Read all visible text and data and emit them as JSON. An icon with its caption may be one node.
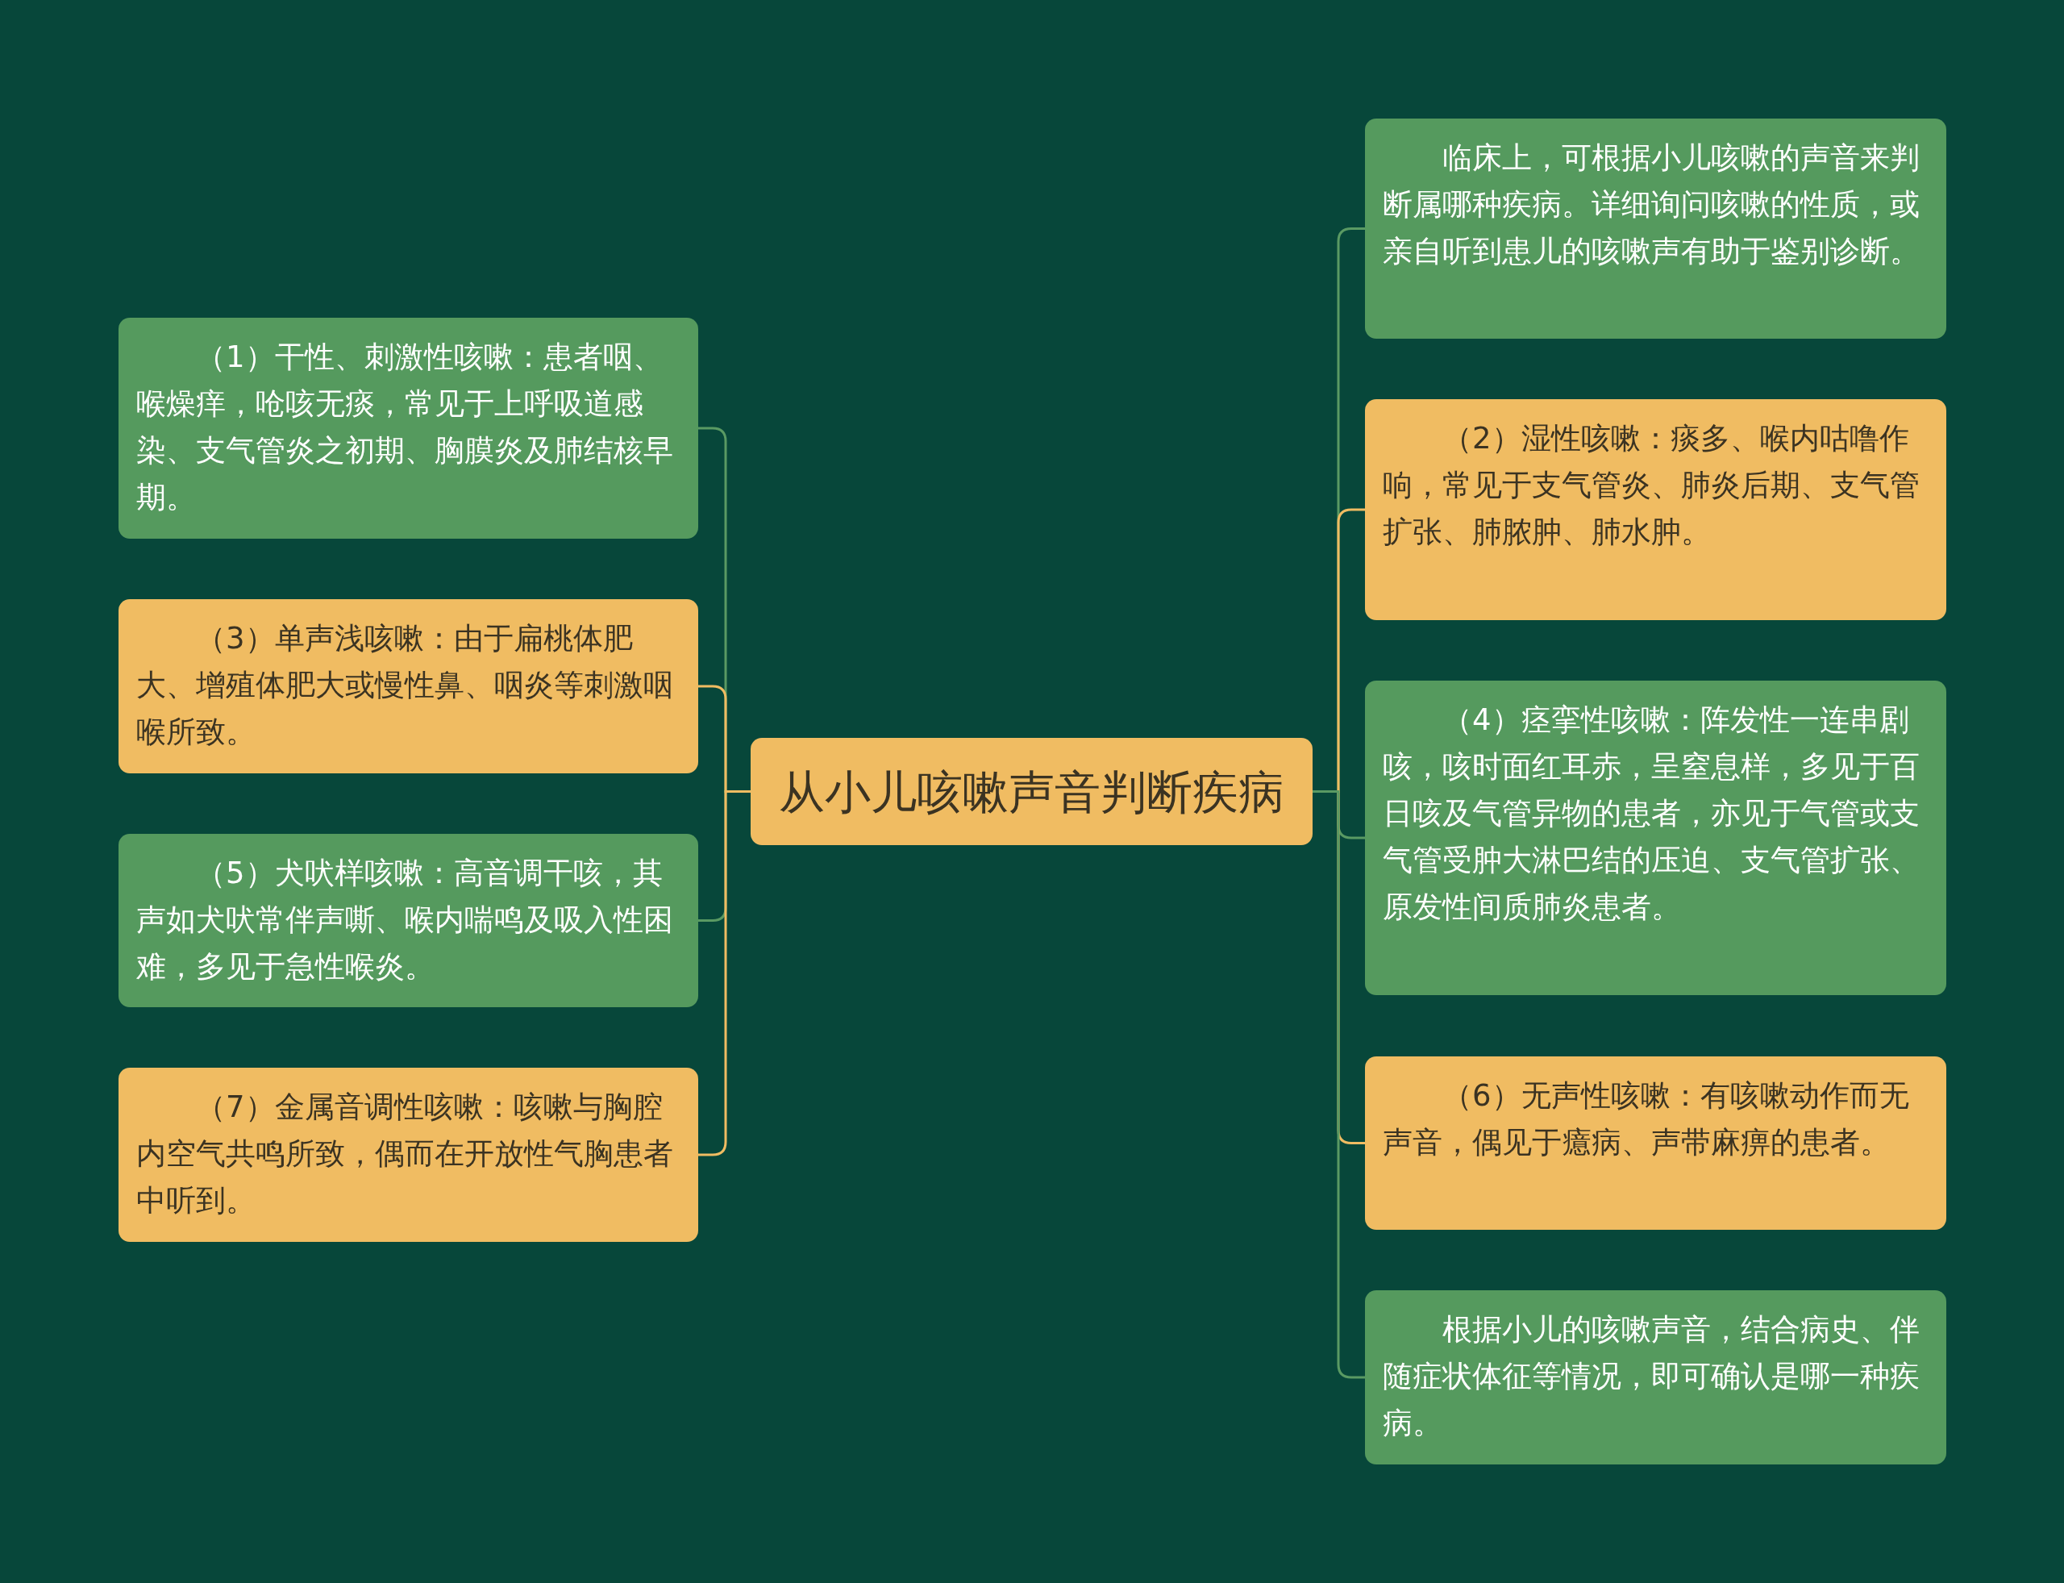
{
  "diagram": {
    "nodes": [
      {
        "text": [
          "从小儿咳嗽声音判断疾病"
        ]
      },
      {
        "text": [
          "（1）干性、刺激性咳嗽：患者咽、喉燥痒，呛咳无痰，常见于上呼吸道感染、支气管炎之初期、胸膜炎及肺结核早期。"
        ]
      },
      {
        "text": [
          "（3）单声浅咳嗽：由于扁桃体肥大、增殖体肥大或慢性鼻、咽炎等刺激咽喉所致。"
        ]
      },
      {
        "text": [
          "（5）犬吠样咳嗽：高音调干咳，其声如犬吠常伴声嘶、喉内喘鸣及吸入性困难，多见于急性喉炎。"
        ]
      },
      {
        "text": [
          "（7）金属音调性咳嗽：咳嗽与胸腔内空气共鸣所致，偶而在开放性气胸患者中听到。"
        ]
      },
      {
        "text": [
          "临床上，可根据小儿咳嗽的声音来判断属哪种疾病。详细询问咳嗽的性质，或亲自听到患儿的咳嗽声有助于鉴别诊断。"
        ]
      },
      {
        "text": [
          "（2）湿性咳嗽：痰多、喉内咕噜作响，常见于支气管炎、肺炎后期、支气管扩张、肺脓肿、肺水肿。"
        ]
      },
      {
        "text": [
          "（4）痉挛性咳嗽：阵发性一连串剧咳，咳时面红耳赤，呈窒息样，多见于百日咳及气管异物的患者，亦见于气管或支气管受肿大淋巴结的压迫、支气管扩张、原发性间质肺炎患者。"
        ]
      },
      {
        "text": [
          "（6）无声性咳嗽：有咳嗽动作而无声音，偶见于癔病、声带麻痹的患者。"
        ]
      },
      {
        "text": [
          "根据小儿的咳嗽声音，结合病史、伴随症状体征等情况，即可确认是哪一种疾病。"
        ]
      }
    ],
    "edges": [
      {
        "from": 0,
        "to": 1,
        "arrow": "none",
        "color": "#5a9a63"
      },
      {
        "from": 0,
        "to": 2,
        "arrow": "none",
        "color": "#f0bc62"
      },
      {
        "from": 0,
        "to": 3,
        "arrow": "none",
        "color": "#5a9a63"
      },
      {
        "from": 0,
        "to": 4,
        "arrow": "none",
        "color": "#f0bc62"
      },
      {
        "from": 0,
        "to": 5,
        "arrow": "none",
        "color": "#5a9a63"
      },
      {
        "from": 0,
        "to": 6,
        "arrow": "none",
        "color": "#f0bc62"
      },
      {
        "from": 0,
        "to": 7,
        "arrow": "none",
        "color": "#5a9a63"
      },
      {
        "from": 0,
        "to": 8,
        "arrow": "none",
        "color": "#f0bc62"
      },
      {
        "from": 0,
        "to": 9,
        "arrow": "none",
        "color": "#5a9a63"
      }
    ]
  }
}
